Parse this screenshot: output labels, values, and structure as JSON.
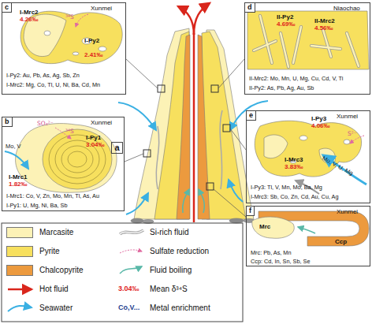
{
  "diagram": {
    "nodes": [
      {
        "text": [
          "c",
          "Xunmei",
          "I-Mrc2",
          "4.26‰",
          "³⁴S",
          "I-Py2",
          "2.41‰",
          "I-Py2: Au, Pb, As, Ag, Sb, Zn",
          "I-Mrc2: Mg, Co, Tl, U, Ni, Ba, Cd, Mn"
        ]
      },
      {
        "text": [
          "d",
          "Niaochao",
          "II-Py2",
          "4.69‰",
          "II-Mrc2",
          "4.56‰",
          "II-Mrc2: Mo, Mn, U, Mg, Cu, Cd, V, Ti",
          "II-Py2: As, Pb, Ag, Au, Sb"
        ]
      },
      {
        "text": [
          "a"
        ]
      },
      {
        "text": [
          "b",
          "Xunmei",
          "SO₄²⁻",
          "³⁴S",
          "I-Py1",
          "3.04‰",
          "Mo, V",
          "I-Mrc1",
          "1.82‰",
          "I-Mrc1: Co, V, Zn, Mo, Mn, Tl, As, Au",
          "I-Py1: U, Mg, Ni, Ba, Sb"
        ]
      },
      {
        "text": [
          "e",
          "Xunmei",
          "I-Py3",
          "4.06‰",
          "S²⁻",
          "Mo, V, U, Mg",
          "I-Mrc3",
          "3.83‰",
          "I-Py3: Tl, V, Mn, Mo, Ba, Mg",
          "I-Mrc3: Sb, Co, Zn, Cd, Au, Cu, Ag"
        ]
      },
      {
        "text": [
          "f",
          "Xunmei",
          "Mrc",
          "Ccp",
          "Mrc: Pb, As, Mn",
          "Ccp: Cd, In, Sn, Sb, Se"
        ]
      }
    ],
    "labels": [
      "3.04‰",
      "Co,V..."
    ],
    "legend": [
      {
        "text": "Marcasite",
        "color": "#fcf2b6"
      },
      {
        "text": "Pyrite",
        "color": "#f7e05e"
      },
      {
        "text": "Chalcopyrite",
        "color": "#ec9a3e"
      },
      {
        "text": "Hot fluid"
      },
      {
        "text": "Seawater"
      },
      {
        "text": "Si-rich fluid"
      },
      {
        "text": "Sulfate reduction"
      },
      {
        "text": "Fluid boiling"
      },
      {
        "text": "Mean δ³⁴S"
      },
      {
        "text": "Metal enrichment"
      }
    ]
  }
}
